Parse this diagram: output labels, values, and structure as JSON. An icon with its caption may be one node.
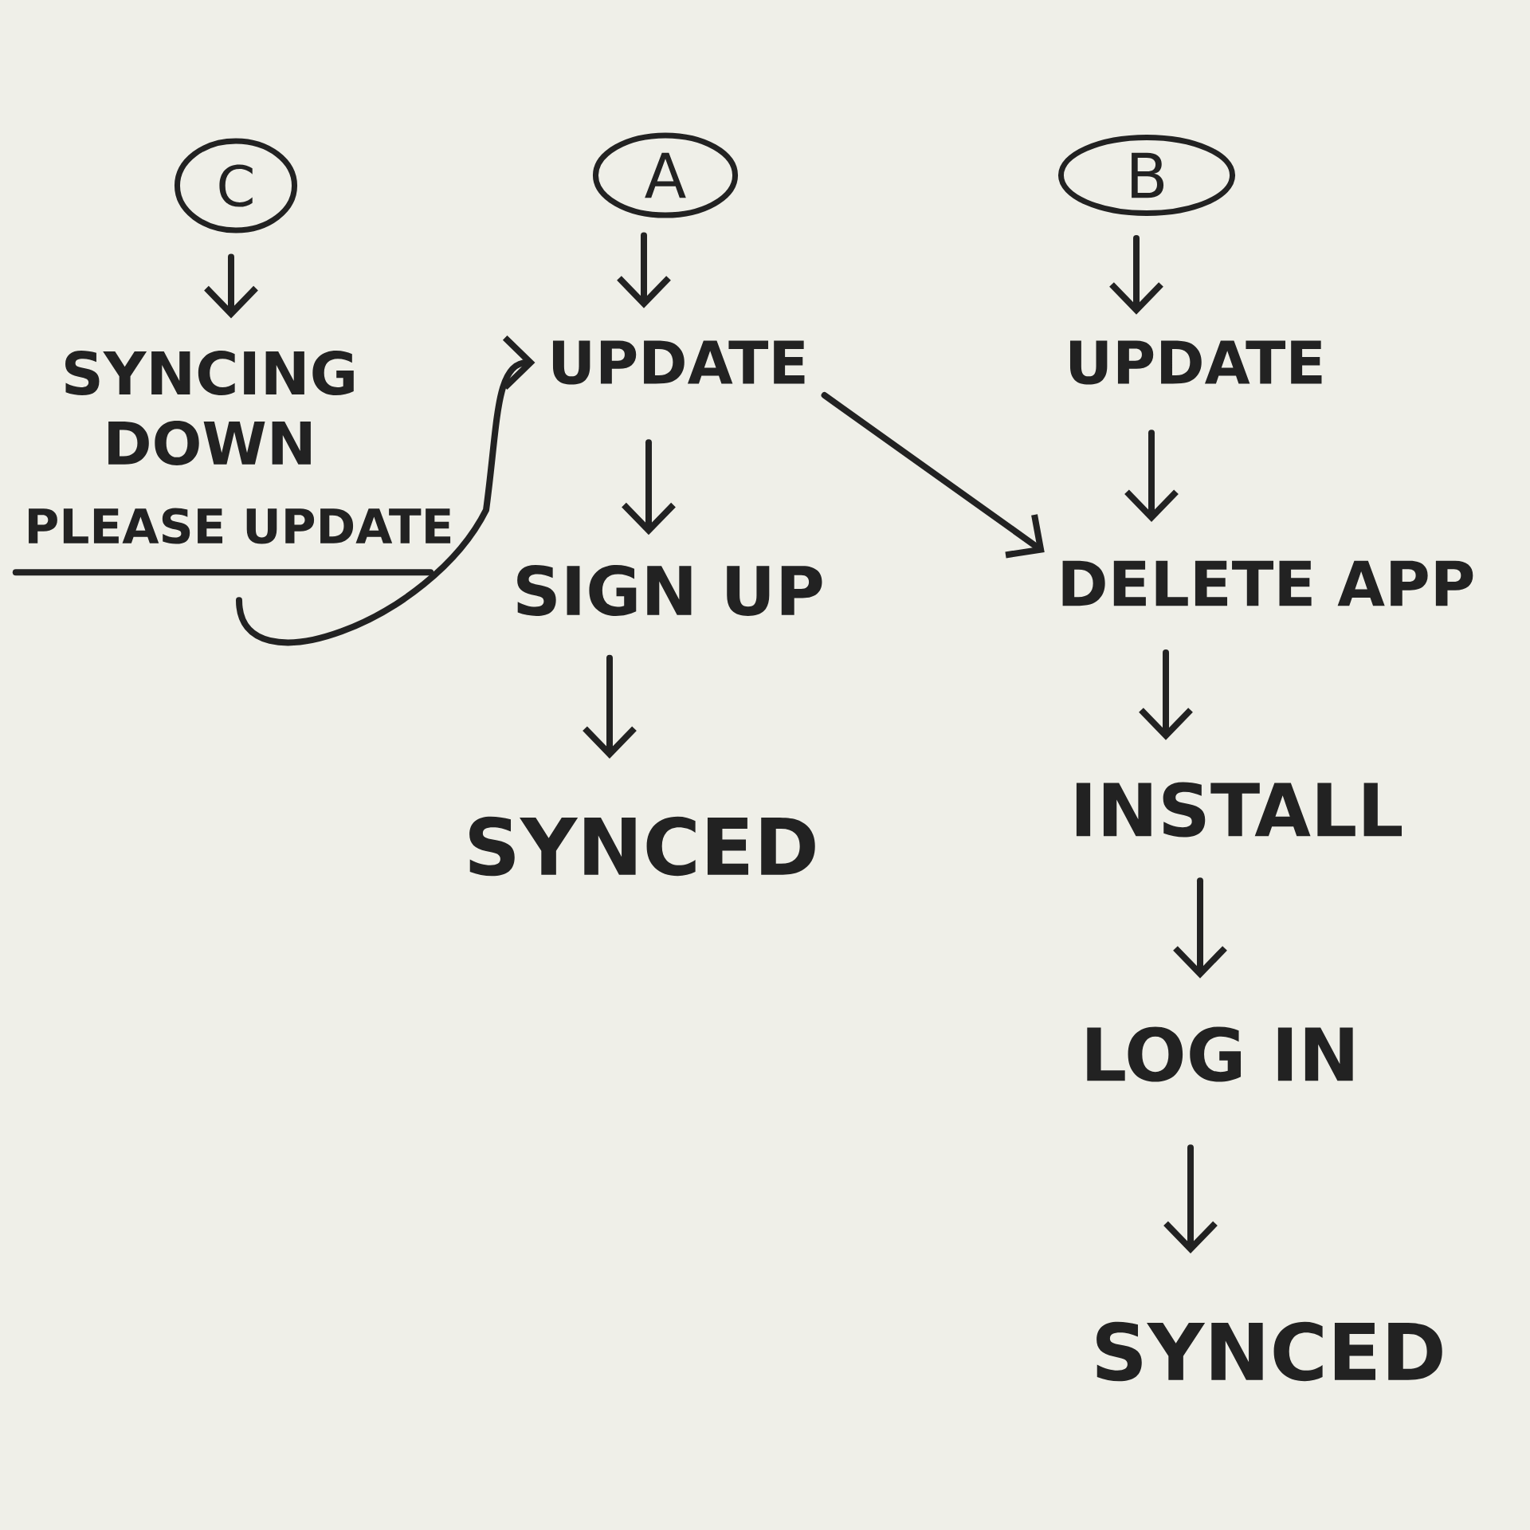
{
  "diagram": {
    "nodes": [
      {
        "text": [
          "C"
        ]
      },
      {
        "text": [
          "A"
        ]
      },
      {
        "text": [
          "B"
        ]
      },
      {
        "text": [
          "SYNCING DOWN"
        ]
      },
      {
        "text": [
          "UPDATE"
        ]
      },
      {
        "text": [
          "UPDATE"
        ]
      },
      {
        "text": [
          "PLEASE UPDATE"
        ]
      },
      {
        "text": [
          "SIGN UP"
        ]
      },
      {
        "text": [
          "DELETE APP"
        ]
      },
      {
        "text": [
          "SYNCED"
        ]
      },
      {
        "text": [
          "INSTALL"
        ]
      },
      {
        "text": [
          "LOG IN"
        ]
      },
      {
        "text": [
          "SYNCED"
        ]
      }
    ],
    "edges": [
      {
        "from": 0,
        "to": 3,
        "arrow": "to"
      },
      {
        "from": 1,
        "to": 4,
        "arrow": "to"
      },
      {
        "from": 2,
        "to": 5,
        "arrow": "to"
      },
      {
        "from": 6,
        "to": 4,
        "arrow": "to"
      },
      {
        "from": 4,
        "to": 7,
        "arrow": "to"
      },
      {
        "from": 4,
        "to": 8,
        "arrow": "to"
      },
      {
        "from": 5,
        "to": 8,
        "arrow": "to"
      },
      {
        "from": 7,
        "to": 9,
        "arrow": "to"
      },
      {
        "from": 8,
        "to": 10,
        "arrow": "to"
      },
      {
        "from": 10,
        "to": 11,
        "arrow": "to"
      },
      {
        "from": 11,
        "to": 12,
        "arrow": "to"
      }
    ]
  }
}
